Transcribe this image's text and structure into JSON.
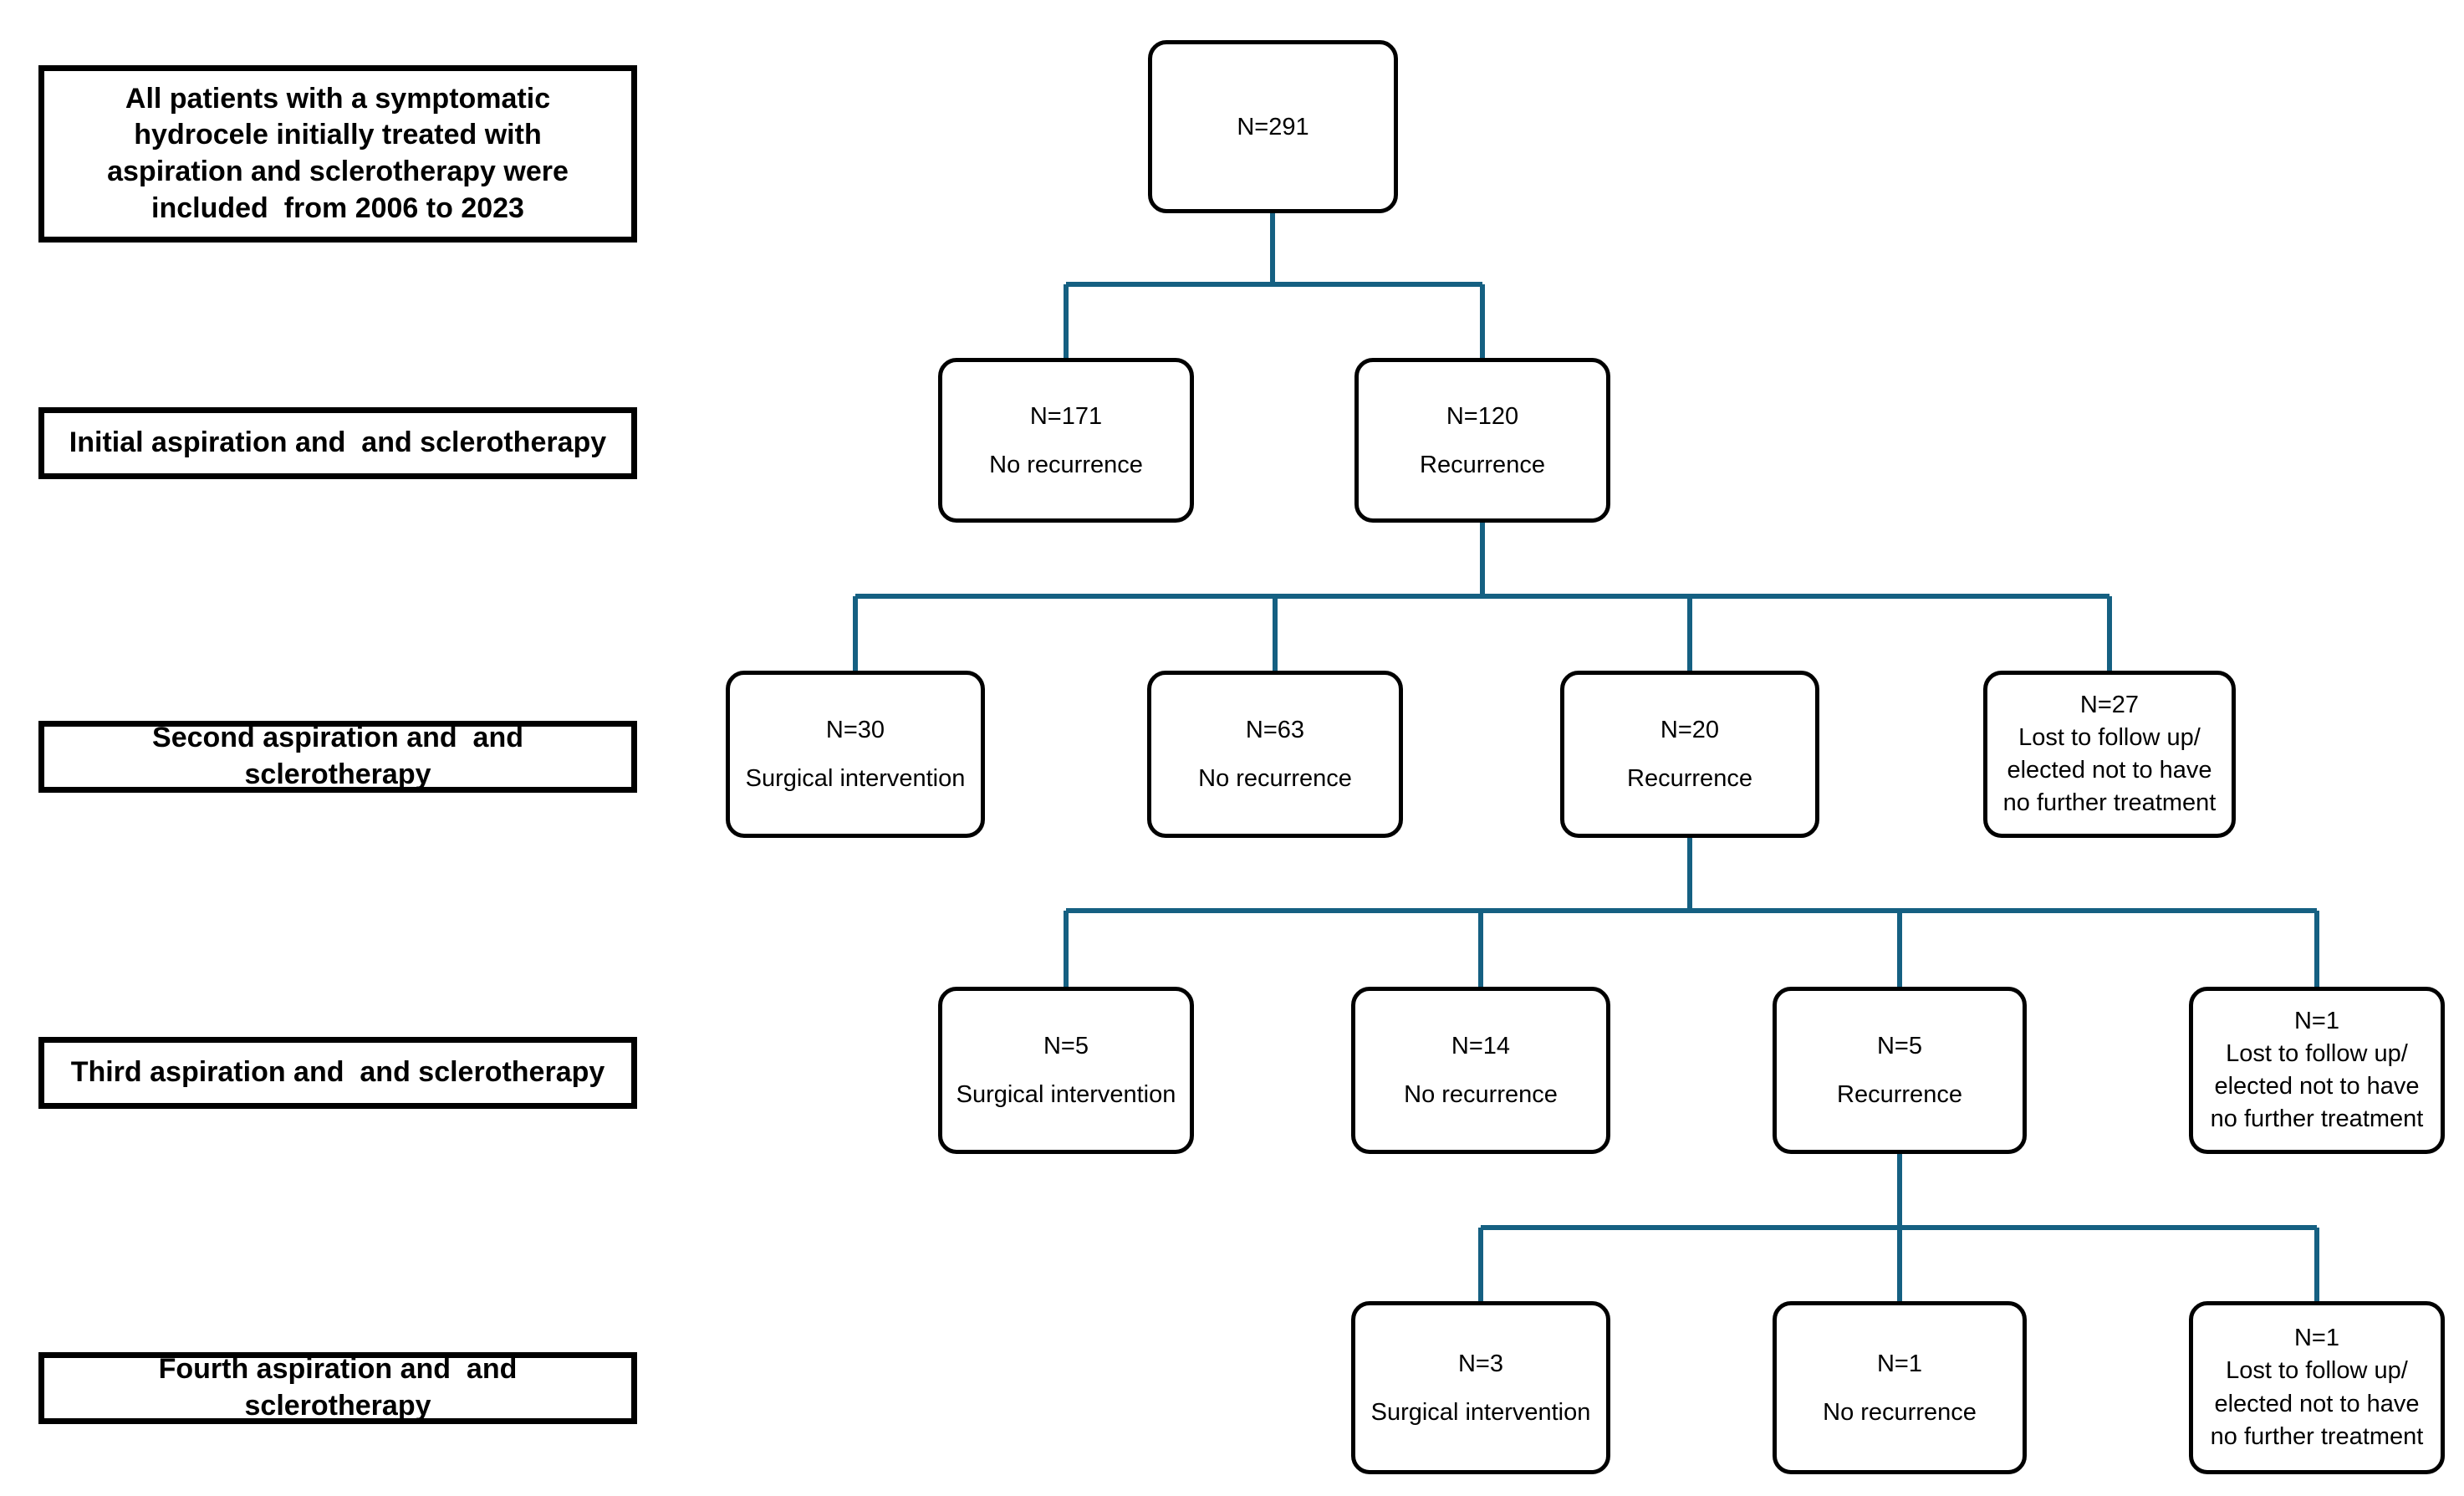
{
  "diagram": {
    "type": "flowchart",
    "colors": {
      "background": "#ffffff",
      "box_border": "#000000",
      "connector": "#156082",
      "text": "#000000"
    },
    "stage_labels": [
      {
        "text": "All patients with a symptomatic hydrocele initially treated with aspiration and sclerotherapy were included  from 2006 to 2023"
      },
      {
        "text": "Initial aspiration and  and sclerotherapy"
      },
      {
        "text": "Second aspiration and  and sclerotherapy"
      },
      {
        "text": "Third aspiration and  and sclerotherapy"
      },
      {
        "text": "Fourth aspiration and  and sclerotherapy"
      }
    ],
    "nodes": {
      "root": {
        "n": 291,
        "text": "N=291"
      },
      "initial_no_recurrence": {
        "n": 171,
        "text": "N=171\nNo recurrence"
      },
      "initial_recurrence": {
        "n": 120,
        "text": "N=120\nRecurrence"
      },
      "second_surgical": {
        "n": 30,
        "text": "N=30\nSurgical intervention"
      },
      "second_no_recurrence": {
        "n": 63,
        "text": "N=63\nNo recurrence"
      },
      "second_recurrence": {
        "n": 20,
        "text": "N=20\nRecurrence"
      },
      "second_lost": {
        "n": 27,
        "text": "N=27\nLost to follow up/\nelected not to have\nno further treatment"
      },
      "third_surgical": {
        "n": 5,
        "text": "N=5\nSurgical intervention"
      },
      "third_no_recurrence": {
        "n": 14,
        "text": "N=14\nNo recurrence"
      },
      "third_recurrence": {
        "n": 5,
        "text": "N=5\nRecurrence"
      },
      "third_lost": {
        "n": 1,
        "text": "N=1\nLost to follow up/\nelected not to have\nno further treatment"
      },
      "fourth_surgical": {
        "n": 3,
        "text": "N=3\nSurgical intervention"
      },
      "fourth_no_recurrence": {
        "n": 1,
        "text": "N=1\nNo recurrence"
      },
      "fourth_lost": {
        "n": 1,
        "text": "N=1\nLost to follow up/\nelected not to have\nno further treatment"
      }
    }
  }
}
